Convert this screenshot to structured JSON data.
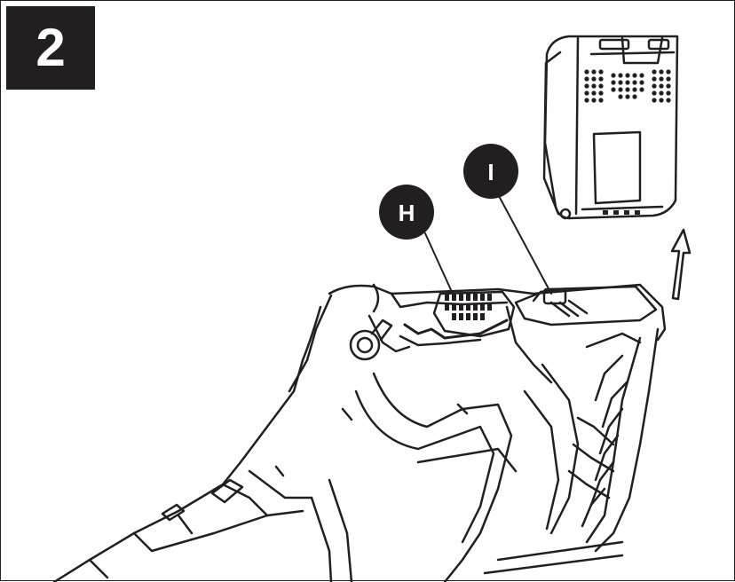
{
  "step": {
    "number": "2"
  },
  "callouts": {
    "h": {
      "label": "H"
    },
    "i": {
      "label": "I"
    }
  },
  "colors": {
    "ink": "#231f20",
    "paper": "#ffffff"
  }
}
